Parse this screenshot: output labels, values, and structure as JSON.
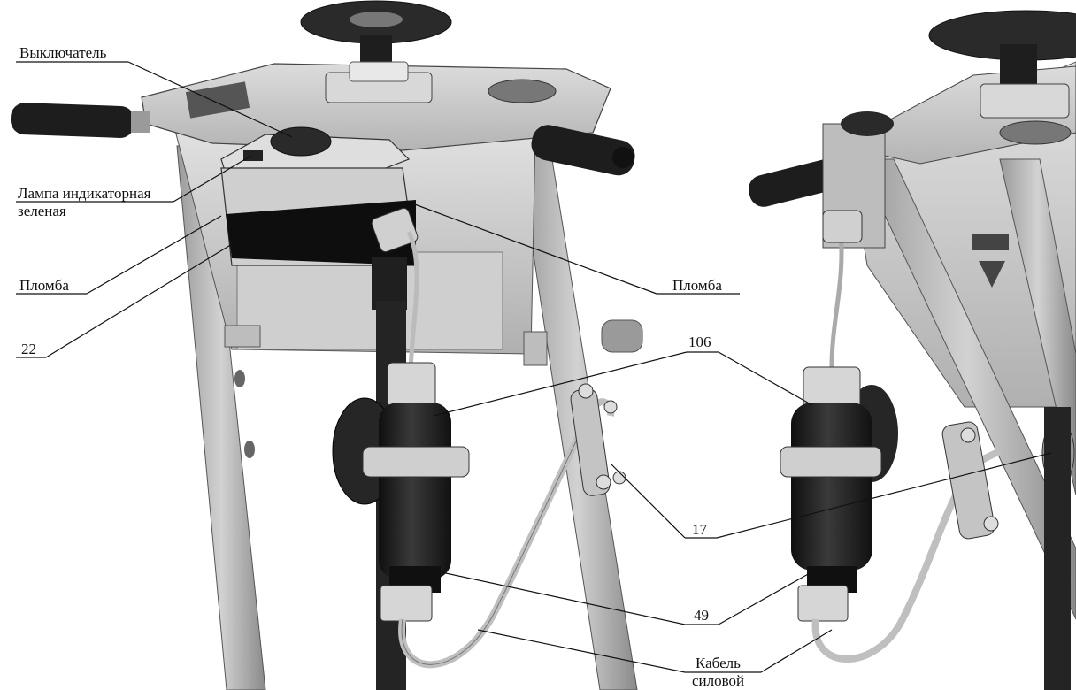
{
  "labels": {
    "switch": "Выключатель",
    "lamp_line1": "Лампа индикаторная",
    "lamp_line2": "зеленая",
    "seal_left": "Пломба",
    "seal_right": "Пломба",
    "item_22": "22",
    "item_106": "106",
    "item_17": "17",
    "item_49": "49",
    "cable_line1": "Кабель",
    "cable_line2": "силовой"
  },
  "colors": {
    "metal_light": "#c8c8c8",
    "metal_mid": "#a9a9a9",
    "metal_dark": "#7d7d7d",
    "rubber": "#1c1c1c",
    "leader": "#111111"
  }
}
